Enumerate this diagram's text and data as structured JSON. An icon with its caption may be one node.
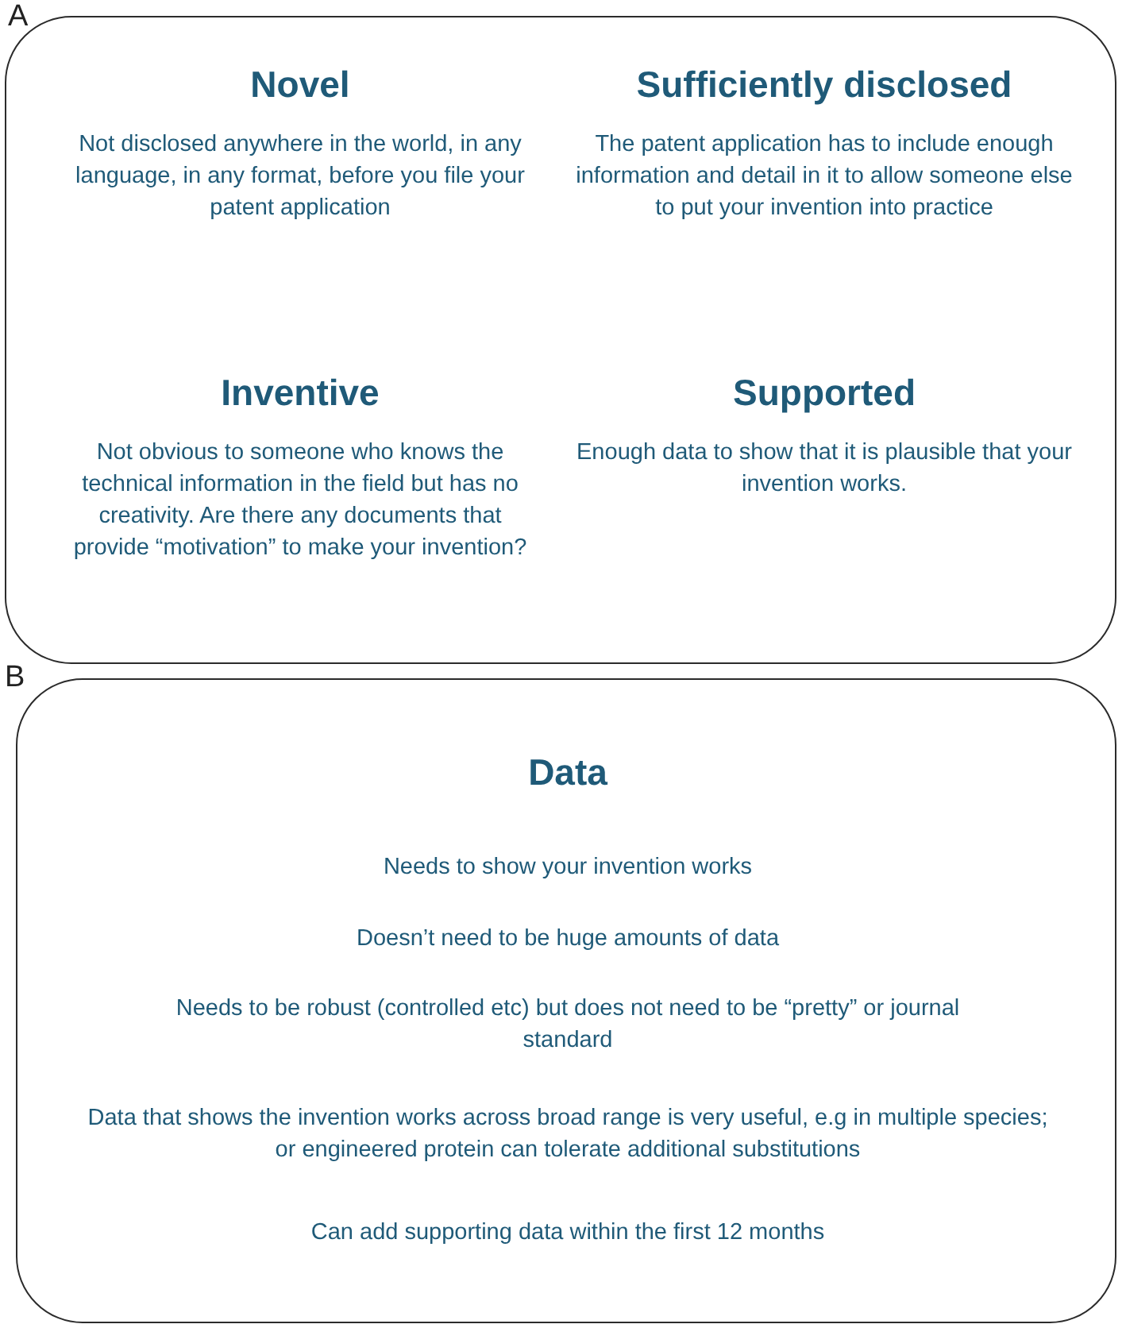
{
  "diagram": {
    "nodes": [
      {
        "text": [
          "Novel",
          "Not disclosed anywhere in the world, in any language, in any format, before you file your patent application",
          "Sufficiently disclosed",
          "The patent application has to include enough information and detail in it to allow someone else to put your invention into practice",
          "Inventive",
          "Not obvious  to someone who knows the technical information in the field but has no creativity.  Are there any documents that provide “motivation” to make your invention?",
          "Supported",
          "Enough data to show that it is plausible that your invention works."
        ]
      },
      {
        "text": [
          "Data",
          "Needs to show your invention works",
          "Doesn’t need to be huge amounts of data",
          "Needs to be robust (controlled etc) but does not need to be “pretty” or journal standard",
          "Data that shows the invention works across broad range is very useful, e.g in multiple species; or engineered protein can tolerate additional substitutions",
          "Can add supporting data within the first 12 months"
        ]
      }
    ],
    "edges": [],
    "labels": [
      "A",
      "B"
    ]
  }
}
